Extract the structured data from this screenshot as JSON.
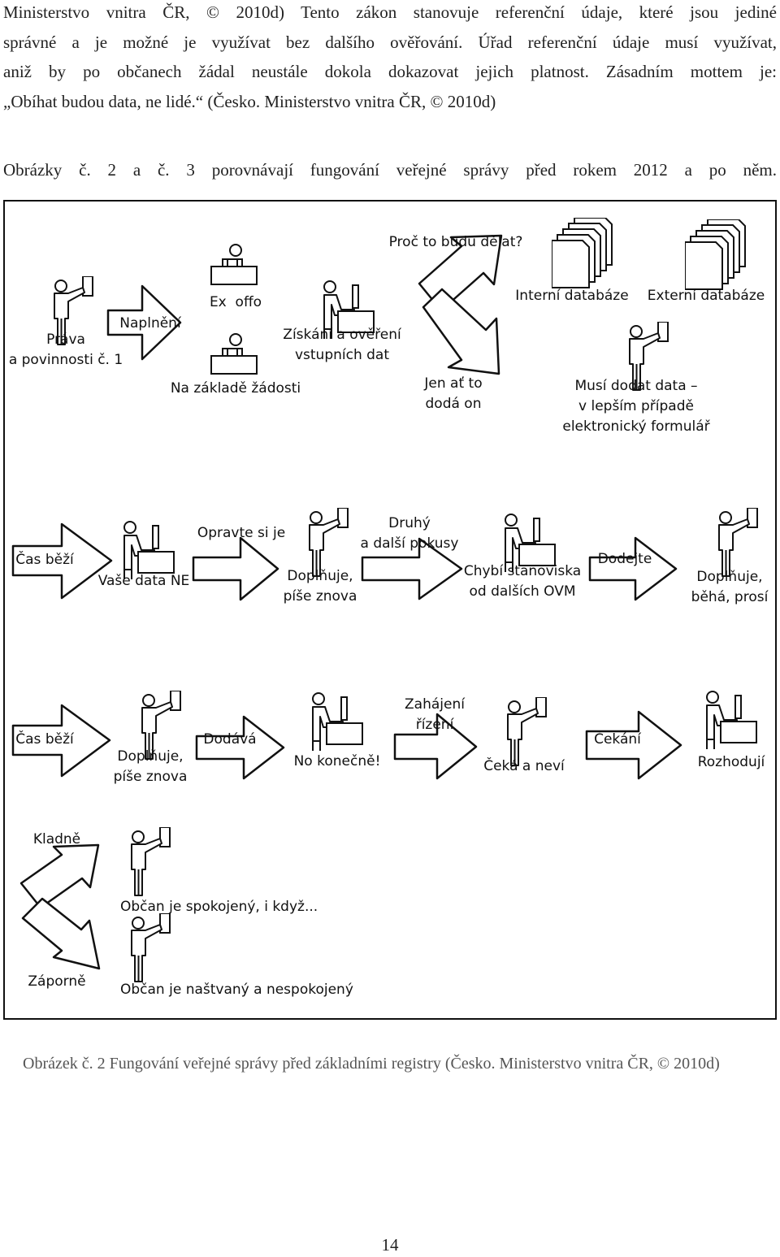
{
  "text": {
    "p1_l1": "Ministerstvo vnitra ČR, © 2010d) Tento zákon stanovuje referenční údaje, které jsou jediné",
    "p1_l2": "správné a je možné je využívat bez dalšího ověřování. Úřad referenční údaje musí využívat,",
    "p1_l3": "aniž by po občanech žádal neustále dokola dokazovat jejich platnost. Zásadním mottem je:",
    "p1_l4": "„Obíhat budou data, ne lidé.“ (Česko. Ministerstvo vnitra ČR, © 2010d)",
    "intro": "Obrázky č. 2 a č. 3 porovnávají fungování veřejné správy před rokem 2012 a po něm.",
    "caption": "Obrázek č. 2 Fungování veřejné správy před základními registry (Česko. Ministerstvo vnitra ČR, © 2010d)",
    "page_number": "14"
  },
  "diagram": {
    "row1": {
      "prava": "Práva\na povinnosti č. 1",
      "naplneni": "Naplnění",
      "ex_offo": "Ex  offo",
      "na_zaklade": "Na základě žádosti",
      "ziskani": "Získání a ověření\nvstupních dat",
      "proc": "Proč to budu dělat?",
      "jen_at": "Jen ať to\ndodá on",
      "interni": "Interní databáze",
      "externi": "Externí databáze",
      "musi": "Musí dodat data –\nv lepším případě\nelektronický formulář"
    },
    "row2": {
      "cas": "Čas běží",
      "vase": "Vaše data NE",
      "opravte": "Opravte si je",
      "doplnuje": "Doplňuje,\npíše znova",
      "druhy": "Druhý\na další pokusy",
      "chybi": "Chybí stanoviska\nod dalších OVM",
      "dodejte": "Dodejte",
      "doplnuje2": "Doplňuje,\nběhá, prosí"
    },
    "row3": {
      "cas": "Čas běží",
      "doplnuje": "Doplňuje,\npíše znova",
      "dodava": "Dodává",
      "konecne": "No konečně!",
      "zahajeni": "Zahájení\nřízení",
      "ceka": "Čeká a neví",
      "cekani": "Čekání",
      "rozhoduji": "Rozhodují"
    },
    "row4": {
      "kladne": "Kladně",
      "spokojeny": "Občan je spokojený, i když...",
      "zaporne": "Záporně",
      "nastvany": "Občan je naštvaný a nespokojený"
    }
  }
}
